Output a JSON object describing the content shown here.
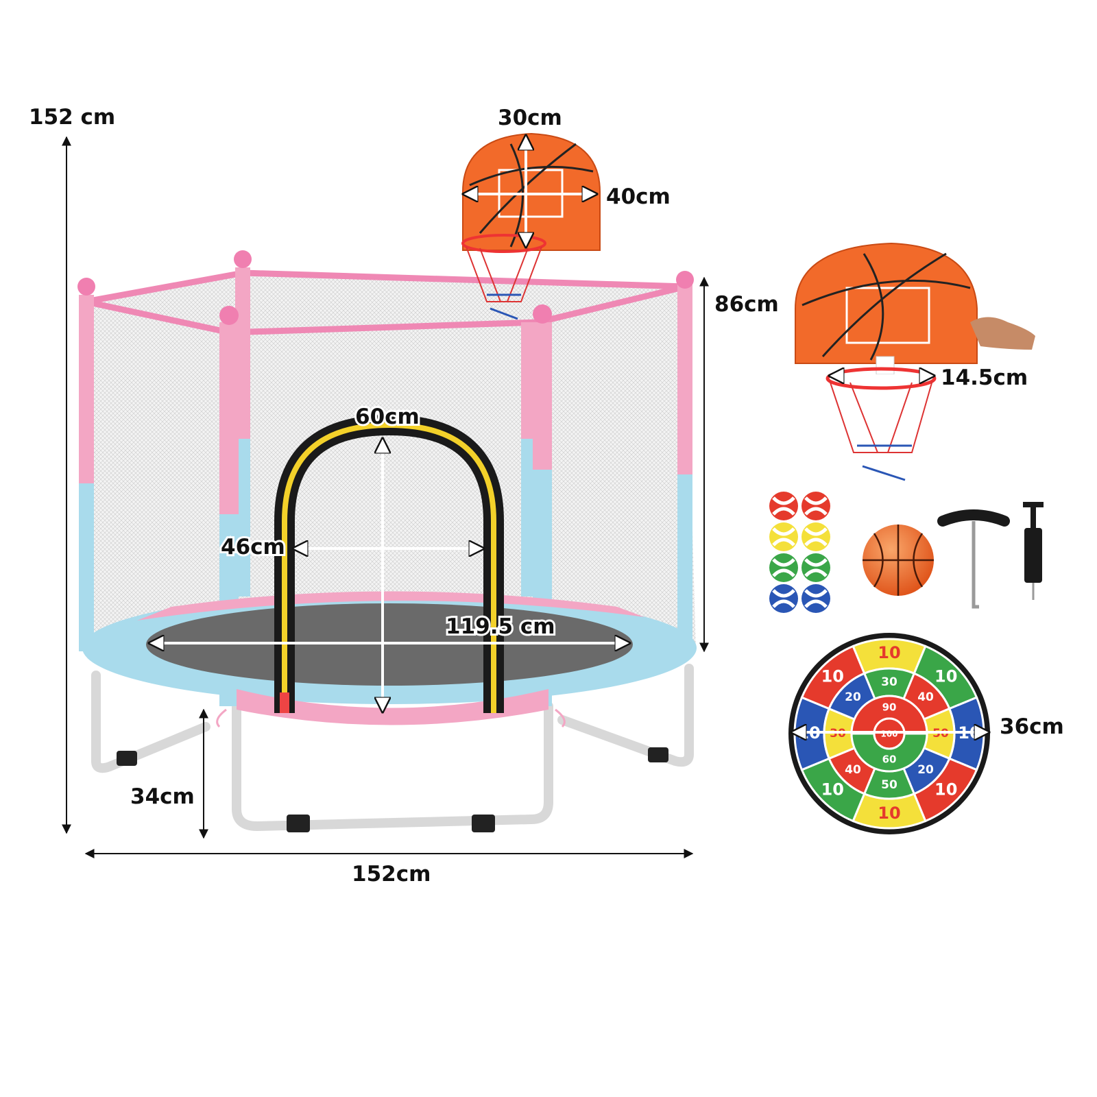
{
  "dimensions": {
    "total_height": "152 cm",
    "total_width": "152cm",
    "leg_height": "34cm",
    "net_height": "86cm",
    "mat_diameter": "119.5 cm",
    "door_width": "46cm",
    "door_height": "60cm",
    "backboard_height": "30cm",
    "backboard_width": "40cm",
    "hoop_diameter": "14.5cm",
    "dartboard_diameter": "36cm"
  },
  "dartboard": {
    "outer_values": [
      "10",
      "10",
      "10",
      "10",
      "10",
      "10",
      "10",
      "10"
    ],
    "middle_values": [
      "30",
      "40",
      "50",
      "20",
      "50",
      "40",
      "30",
      "20"
    ],
    "inner_values": [
      "90",
      "60"
    ],
    "center_value": "100"
  },
  "colors": {
    "frame_pink": "#f3a6c4",
    "frame_blue": "#a9dbec",
    "backboard_orange": "#f26a2a",
    "door_yellow": "#f3d12a",
    "dart_red": "#e53a2c",
    "dart_blue": "#2a56b5",
    "dart_green": "#3aa648",
    "dart_yellow": "#f4e03a"
  },
  "icons": [
    "trampoline",
    "basketball-hoop",
    "dart-balls",
    "basketball",
    "t-wrench",
    "hand-pump",
    "dartboard"
  ]
}
